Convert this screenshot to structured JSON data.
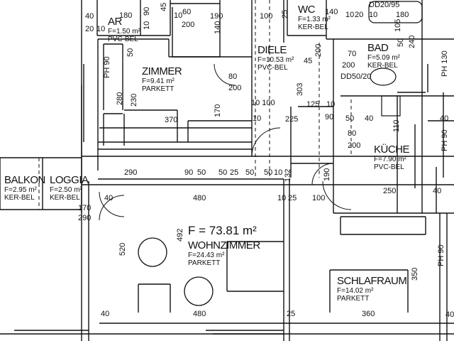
{
  "plan": {
    "total_area": "F = 73.81 m²",
    "rooms": [
      {
        "name": "AR",
        "area": "F=1.50 m²",
        "floor": "PVC-BEL"
      },
      {
        "name": "ZIMMER",
        "area": "F=9.41 m²",
        "floor": "PARKETT"
      },
      {
        "name": "DIELE",
        "area": "F=10.53 m²",
        "floor": "PVC-BEL"
      },
      {
        "name": "WC",
        "area": "F=1.33 m²",
        "floor": "KER-BEL"
      },
      {
        "name": "BAD",
        "area": "F=5.09 m²",
        "floor": "KER-BEL"
      },
      {
        "name": "KÜCHE",
        "area": "F=7.90 m²",
        "floor": "PVC-BEL"
      },
      {
        "name": "BALKON",
        "area": "F=2.95 m²",
        "floor": "KER-BEL"
      },
      {
        "name": "LOGGIA",
        "area": "F=2.50 m²",
        "floor": "KER-BEL"
      },
      {
        "name": "WOHNZIMMER",
        "area": "F=24.43 m²",
        "floor": "PARKETT"
      },
      {
        "name": "SCHLAFRAUM",
        "area": "F=14.02 m²",
        "floor": "PARKETT"
      }
    ],
    "dimensions": [
      "40",
      "180",
      "20",
      "10",
      "90",
      "10",
      "45",
      "10",
      "60",
      "200",
      "190",
      "140",
      "100",
      "25",
      "140",
      "10",
      "20",
      "10",
      "180",
      "DD20/95",
      "50",
      "PH 90",
      "280",
      "230",
      "370",
      "170",
      "80",
      "200",
      "10 100",
      "10",
      "225",
      "303",
      "125",
      "10",
      "45",
      "200",
      "DD50/20",
      "200",
      "70",
      "240",
      "105",
      "50",
      "PH 130",
      "40",
      "PH 90",
      "50",
      "40",
      "80",
      "200",
      "110",
      "90",
      "290",
      "90",
      "50",
      "50",
      "25",
      "50",
      "50",
      "10",
      "132",
      "190",
      "250",
      "40",
      "40",
      "480",
      "25",
      "100",
      "10",
      "170",
      "290",
      "492",
      "520",
      "PH 90",
      "350",
      "40",
      "480",
      "25",
      "360",
      "40"
    ]
  }
}
